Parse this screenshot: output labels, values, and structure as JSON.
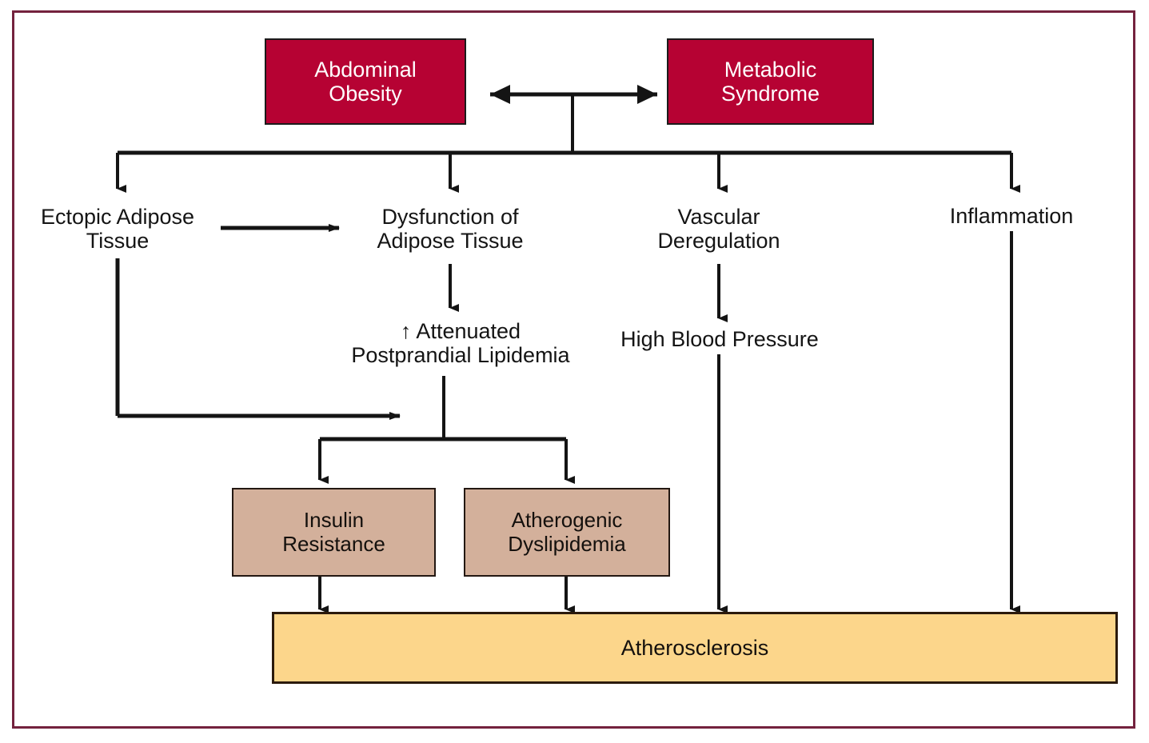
{
  "figure": {
    "title": "Abdominal Obesity and Metabolic Syndrome pathway to Atherosclerosis",
    "frame_color": "#74223E",
    "colors": {
      "primary_box": "#B60233",
      "secondary_box": "#D3B09B",
      "outcome_box": "#FCD68B",
      "line": "#141414",
      "box_text_light": "#FFFFFF",
      "box_text_dark": "#14100D"
    }
  },
  "nodes": {
    "abdominal_obesity": "Abdominal\nObesity",
    "metabolic_syndrome": "Metabolic\nSyndrome",
    "ectopic_adipose_tissue": "Ectopic Adipose\nTissue",
    "dysfunction_adipose_tissue": "Dysfunction of\nAdipose Tissue",
    "vascular_deregulation": "Vascular\nDeregulation",
    "inflammation": "Inflammation",
    "attenuated_postprandial_lipidemia": "↑ Attenuated\nPostprandial Lipidemia",
    "high_blood_pressure": "High Blood Pressure",
    "insulin_resistance": "Insulin\nResistance",
    "atherogenic_dyslipidemia": "Atherogenic\nDyslipidemia",
    "atherosclerosis": "Atherosclerosis"
  },
  "chart_data": {
    "type": "diagram",
    "title": "Pathophysiological links between abdominal obesity / metabolic syndrome and atherosclerosis",
    "node_list": [
      {
        "id": "abdominal_obesity",
        "label": "Abdominal Obesity",
        "style": "red-box"
      },
      {
        "id": "metabolic_syndrome",
        "label": "Metabolic Syndrome",
        "style": "red-box"
      },
      {
        "id": "ectopic_adipose_tissue",
        "label": "Ectopic Adipose Tissue",
        "style": "plain-text"
      },
      {
        "id": "dysfunction_adipose_tissue",
        "label": "Dysfunction of Adipose Tissue",
        "style": "plain-text"
      },
      {
        "id": "vascular_deregulation",
        "label": "Vascular Deregulation",
        "style": "plain-text"
      },
      {
        "id": "inflammation",
        "label": "Inflammation",
        "style": "plain-text"
      },
      {
        "id": "attenuated_postprandial_lipidemia",
        "label": "↑ Attenuated Postprandial Lipidemia",
        "style": "plain-text"
      },
      {
        "id": "high_blood_pressure",
        "label": "High Blood Pressure",
        "style": "plain-text"
      },
      {
        "id": "insulin_resistance",
        "label": "Insulin Resistance",
        "style": "tan-box"
      },
      {
        "id": "atherogenic_dyslipidemia",
        "label": "Atherogenic Dyslipidemia",
        "style": "tan-box"
      },
      {
        "id": "atherosclerosis",
        "label": "Atherosclerosis",
        "style": "yellow-box"
      }
    ],
    "edges": [
      {
        "from": "abdominal_obesity",
        "to": "metabolic_syndrome",
        "type": "double-arrow"
      },
      {
        "from": "abdominal_obesity_metabolic_syndrome",
        "to": "ectopic_adipose_tissue",
        "type": "arrow"
      },
      {
        "from": "abdominal_obesity_metabolic_syndrome",
        "to": "dysfunction_adipose_tissue",
        "type": "arrow"
      },
      {
        "from": "abdominal_obesity_metabolic_syndrome",
        "to": "vascular_deregulation",
        "type": "arrow"
      },
      {
        "from": "abdominal_obesity_metabolic_syndrome",
        "to": "inflammation",
        "type": "arrow"
      },
      {
        "from": "ectopic_adipose_tissue",
        "to": "dysfunction_adipose_tissue",
        "type": "arrow"
      },
      {
        "from": "ectopic_adipose_tissue",
        "to": "insulin_resistance_dyslipidemia_junction",
        "type": "arrow"
      },
      {
        "from": "dysfunction_adipose_tissue",
        "to": "attenuated_postprandial_lipidemia",
        "type": "arrow"
      },
      {
        "from": "attenuated_postprandial_lipidemia",
        "to": "insulin_resistance",
        "type": "arrow"
      },
      {
        "from": "attenuated_postprandial_lipidemia",
        "to": "atherogenic_dyslipidemia",
        "type": "arrow"
      },
      {
        "from": "vascular_deregulation",
        "to": "high_blood_pressure",
        "type": "arrow"
      },
      {
        "from": "high_blood_pressure",
        "to": "atherosclerosis",
        "type": "arrow"
      },
      {
        "from": "inflammation",
        "to": "atherosclerosis",
        "type": "arrow"
      },
      {
        "from": "insulin_resistance",
        "to": "atherosclerosis",
        "type": "arrow"
      },
      {
        "from": "atherogenic_dyslipidemia",
        "to": "atherosclerosis",
        "type": "arrow"
      }
    ]
  }
}
